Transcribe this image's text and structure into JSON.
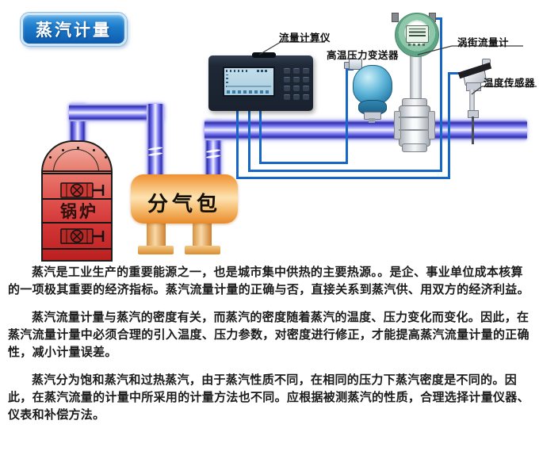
{
  "title_badge": "蒸汽计量",
  "diagram": {
    "boiler_label": "锅炉",
    "manifold_label": "分气包",
    "flow_calculator_label": "流量计算仪",
    "pressure_transmitter_label": "高温压力变送器",
    "vortex_flowmeter_label": "涡街流量计",
    "temperature_sensor_label": "温度传感器"
  },
  "article": {
    "paragraphs": [
      "蒸汽是工业生产的重要能源之一，也是城市集中供热的主要热源。。是企、事业单位成本核算的一项极其重要的经济指标。蒸汽流量计量的正确与否，直接关系到蒸汽供、用双方的经济利益。",
      "蒸汽流量计量与蒸汽的密度有关，而蒸汽的密度随着蒸汽的温度、压力变化而变化。因此，在蒸汽流量计量中必须合理的引入温度、压力参数，对密度进行修正，才能提高蒸汽流量计量的正确性，减小计量误差。",
      "蒸汽分为饱和蒸汽和过热蒸汽，由于蒸汽性质不同，在相同的压力下蒸汽密度是不同的。因此，在蒸汽流量的计量中所采用的计量方法也不同。应根据被测蒸汽的性质，合理选择计量仪器、仪表和补偿方法。"
    ]
  },
  "colors": {
    "badge_blue": "#1e7ccc",
    "pipe_purple_blue": "#2f2fb0",
    "signal_wire_blue": "#1667c6",
    "boiler_red": "#c62828",
    "manifold_orange": "#f09030",
    "device_teal": "#2f86b2",
    "vortex_green": "#5fa585"
  }
}
